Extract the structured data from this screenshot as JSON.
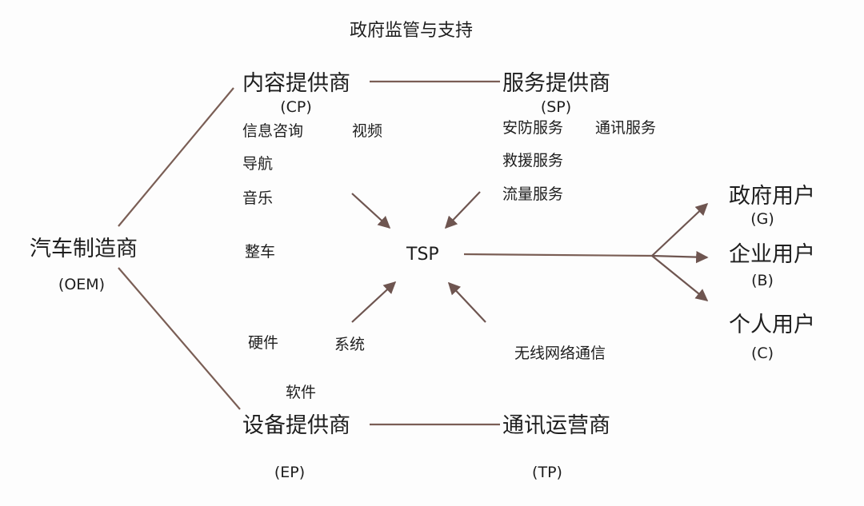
{
  "title": "政府监管与支持",
  "oem": {
    "name": "汽车制造商",
    "abbr": "(OEM)"
  },
  "cp": {
    "name": "内容提供商",
    "abbr": "(CP)",
    "items": [
      "信息咨询",
      "视频",
      "导航",
      "音乐"
    ]
  },
  "sp": {
    "name": "服务提供商",
    "abbr": "(SP)",
    "items": [
      "安防服务",
      "通讯服务",
      "救援服务",
      "流量服务"
    ]
  },
  "center": {
    "label": "TSP"
  },
  "vehicle": {
    "label": "整车"
  },
  "ep": {
    "name": "设备提供商",
    "abbr": "(EP)",
    "items": [
      "硬件",
      "系统",
      "软件"
    ]
  },
  "tp": {
    "name": "通讯运营商",
    "abbr": "(TP)",
    "items": [
      "无线网络通信"
    ]
  },
  "users": [
    {
      "name": "政府用户",
      "abbr": "(G)"
    },
    {
      "name": "企业用户",
      "abbr": "(B)"
    },
    {
      "name": "个人用户",
      "abbr": "(C)"
    }
  ],
  "colors": {
    "text": "#1e1e1e",
    "connector": "#7a5e55",
    "arrow": "#6e5550"
  }
}
